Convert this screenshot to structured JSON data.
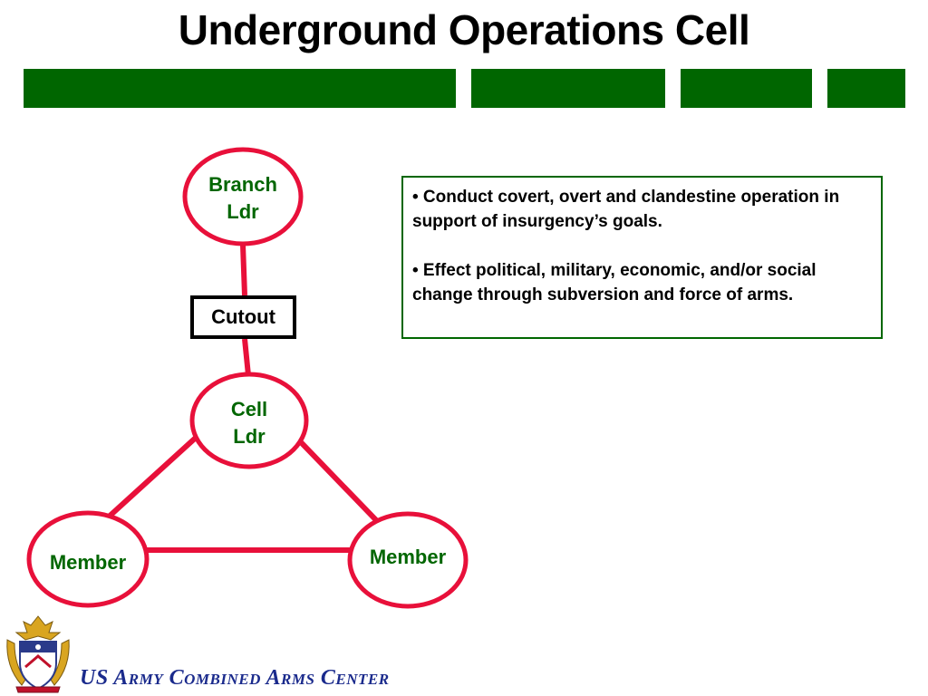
{
  "slide": {
    "title": "Underground Operations Cell"
  },
  "diagram": {
    "nodes": {
      "branch_leader": {
        "line1": "Branch",
        "line2": "Ldr"
      },
      "cutout": "Cutout",
      "cell_leader": {
        "line1": "Cell",
        "line2": "Ldr"
      },
      "member_left": "Member",
      "member_right": "Member"
    },
    "colors": {
      "node_stroke": "#e8103a",
      "node_text": "#006600",
      "green_bar": "#006600"
    }
  },
  "description": {
    "bullets": [
      "• Conduct covert, overt and clandestine operation in support of insurgency’s goals.",
      "• Effect political, military, economic, and/or social change through subversion and force of arms."
    ]
  },
  "footer": {
    "organization": "US Army Combined Arms Center",
    "logo_icon": "army-crest-icon"
  }
}
